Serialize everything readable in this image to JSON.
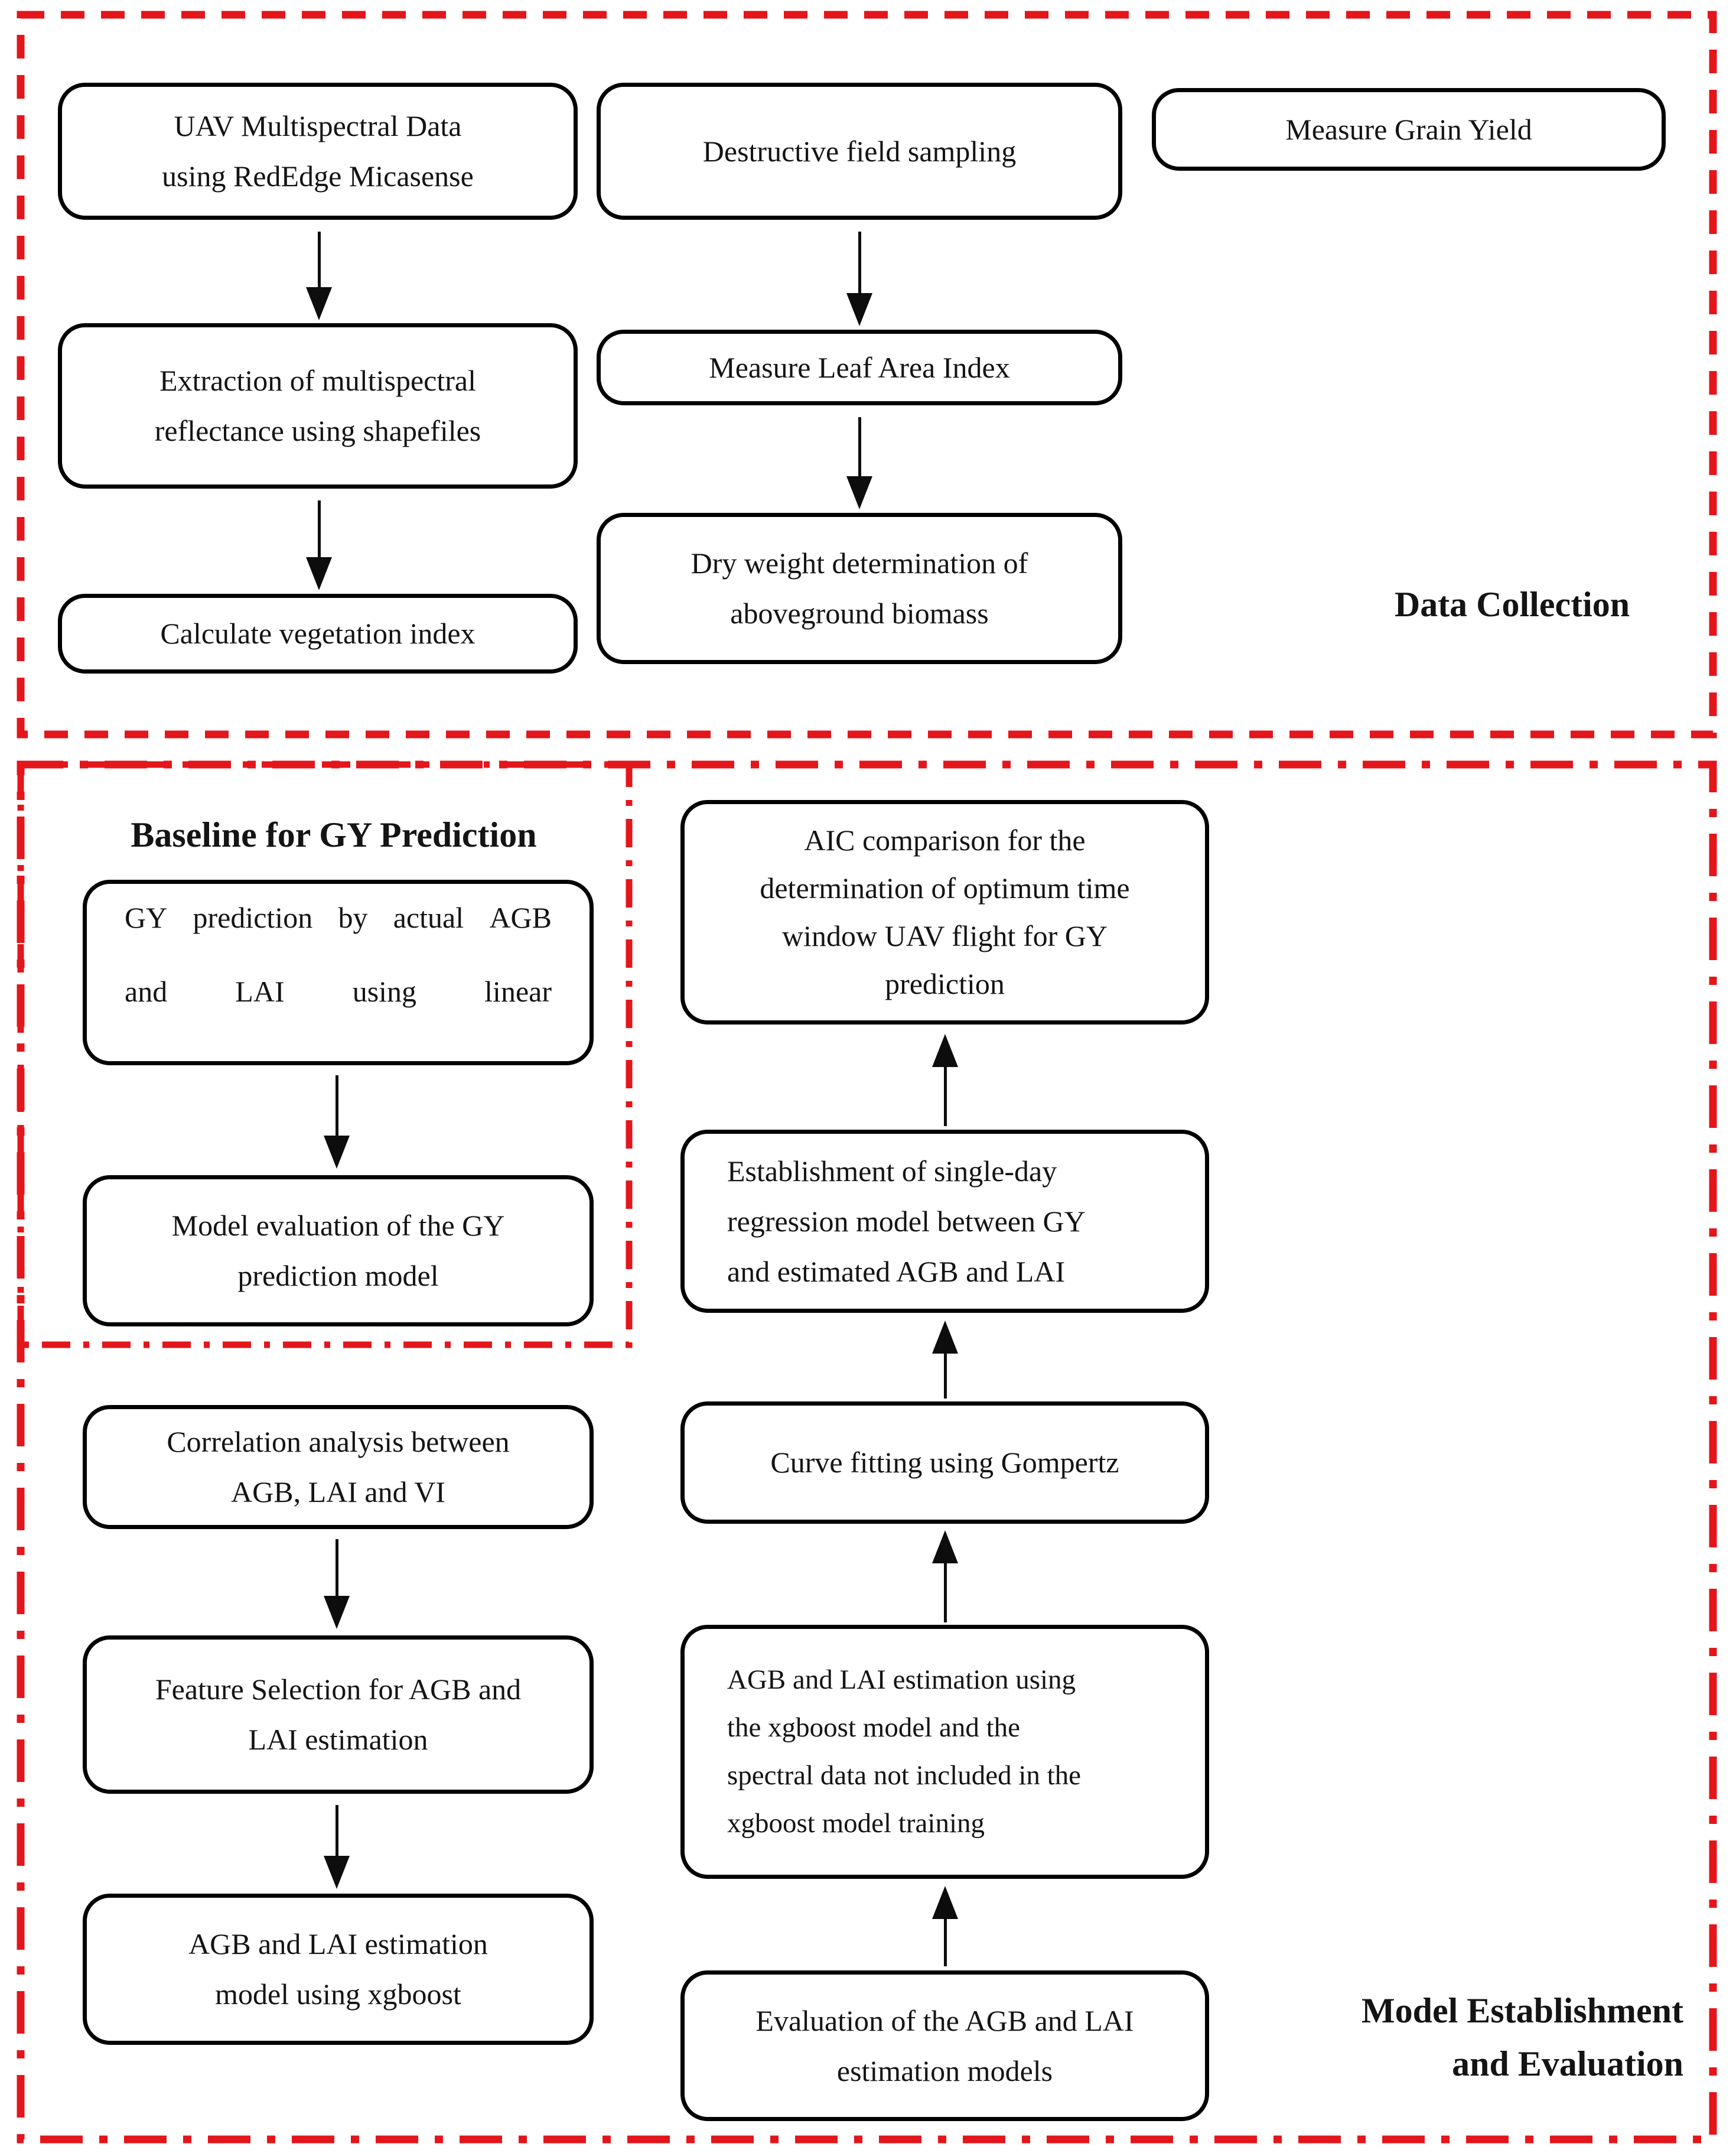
{
  "colors": {
    "accent_red": "#e3161b",
    "box_border": "#000000",
    "text": "#141414"
  },
  "data_collection": {
    "label": "Data Collection",
    "uav": {
      "lines": [
        "UAV Multispectral Data",
        "using RedEdge Micasense"
      ]
    },
    "destructive": {
      "lines": [
        "Destructive field sampling"
      ]
    },
    "grain_yield": {
      "lines": [
        "Measure Grain Yield"
      ]
    },
    "extraction": {
      "lines": [
        "Extraction of multispectral",
        "reflectance using shapefiles"
      ]
    },
    "leaf_area": {
      "lines": [
        "Measure Leaf Area Index"
      ]
    },
    "dry_weight": {
      "lines": [
        "Dry weight determination of",
        "aboveground biomass"
      ]
    },
    "veg_index": {
      "lines": [
        "Calculate vegetation index"
      ]
    }
  },
  "model_section": {
    "label_lines": [
      "Model Establishment",
      "and Evaluation"
    ],
    "baseline": {
      "title": "Baseline for GY Prediction",
      "gy_prediction": {
        "line1_words": [
          "GY",
          "prediction",
          "by",
          "actual",
          "AGB"
        ],
        "line2_words": [
          "and",
          "LAI",
          "using",
          "linear"
        ]
      },
      "model_evaluation": {
        "lines": [
          "Model evaluation of the GY",
          "prediction model"
        ]
      }
    },
    "correlation": {
      "lines": [
        "Correlation analysis between",
        "AGB, LAI and VI"
      ]
    },
    "feature_selection": {
      "lines": [
        "Feature Selection for AGB and",
        "LAI estimation"
      ]
    },
    "agb_lai_model": {
      "lines": [
        "AGB and LAI estimation",
        "model using xgboost"
      ]
    },
    "aic": {
      "lines": [
        "AIC comparison for the",
        "determination of optimum time",
        "window UAV flight for GY",
        "prediction"
      ]
    },
    "single_day": {
      "lines": [
        "Establishment of single-day",
        "regression model between GY",
        "and estimated AGB and LAI"
      ]
    },
    "curve_fitting": {
      "lines": [
        "Curve fitting using Gompertz"
      ]
    },
    "agb_lai_estimation": {
      "lines": [
        "AGB and LAI estimation using",
        "the xgboost model and the",
        "spectral data not included in the",
        "xgboost model training"
      ]
    },
    "evaluation": {
      "lines": [
        "Evaluation of the AGB and LAI",
        "estimation models"
      ]
    }
  }
}
